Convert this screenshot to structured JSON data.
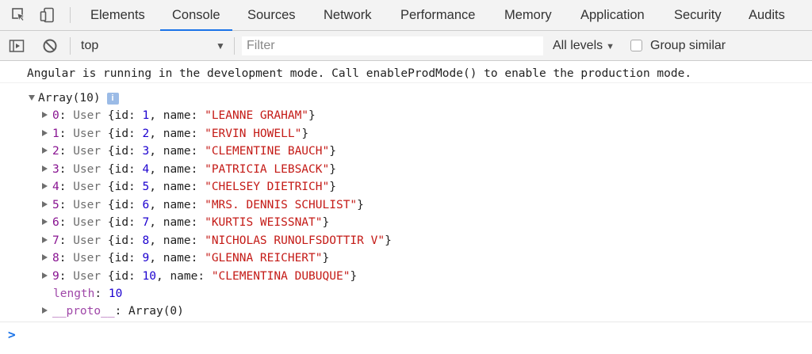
{
  "tabs": [
    {
      "label": "Elements"
    },
    {
      "label": "Console"
    },
    {
      "label": "Sources"
    },
    {
      "label": "Network"
    },
    {
      "label": "Performance"
    },
    {
      "label": "Memory"
    },
    {
      "label": "Application"
    },
    {
      "label": "Security"
    },
    {
      "label": "Audits"
    }
  ],
  "active_tab": "Console",
  "toolbar": {
    "context": "top",
    "filter_placeholder": "Filter",
    "levels": "All levels",
    "group_similar": "Group similar"
  },
  "console": {
    "info_message": "Angular is running in the development mode. Call enableProdMode() to enable the production mode.",
    "array_label": "Array(10)",
    "info_badge": "i",
    "items": [
      {
        "index": "0",
        "id": "1",
        "name": "\"LEANNE GRAHAM\""
      },
      {
        "index": "1",
        "id": "2",
        "name": "\"ERVIN HOWELL\""
      },
      {
        "index": "2",
        "id": "3",
        "name": "\"CLEMENTINE BAUCH\""
      },
      {
        "index": "3",
        "id": "4",
        "name": "\"PATRICIA LEBSACK\""
      },
      {
        "index": "4",
        "id": "5",
        "name": "\"CHELSEY DIETRICH\""
      },
      {
        "index": "5",
        "id": "6",
        "name": "\"MRS. DENNIS SCHULIST\""
      },
      {
        "index": "6",
        "id": "7",
        "name": "\"KURTIS WEISSNAT\""
      },
      {
        "index": "7",
        "id": "8",
        "name": "\"NICHOLAS RUNOLFSDOTTIR V\""
      },
      {
        "index": "8",
        "id": "9",
        "name": "\"GLENNA REICHERT\""
      },
      {
        "index": "9",
        "id": "10",
        "name": "\"CLEMENTINA DUBUQUE\""
      }
    ],
    "type_name": "User",
    "length_key": "length",
    "length_value": "10",
    "proto_key": "__proto__",
    "proto_value": "Array(0)",
    "prompt": ">"
  },
  "colors": {
    "accent": "#1a73e8",
    "index": "#881391",
    "string": "#c41a16",
    "number": "#1c00cf"
  }
}
